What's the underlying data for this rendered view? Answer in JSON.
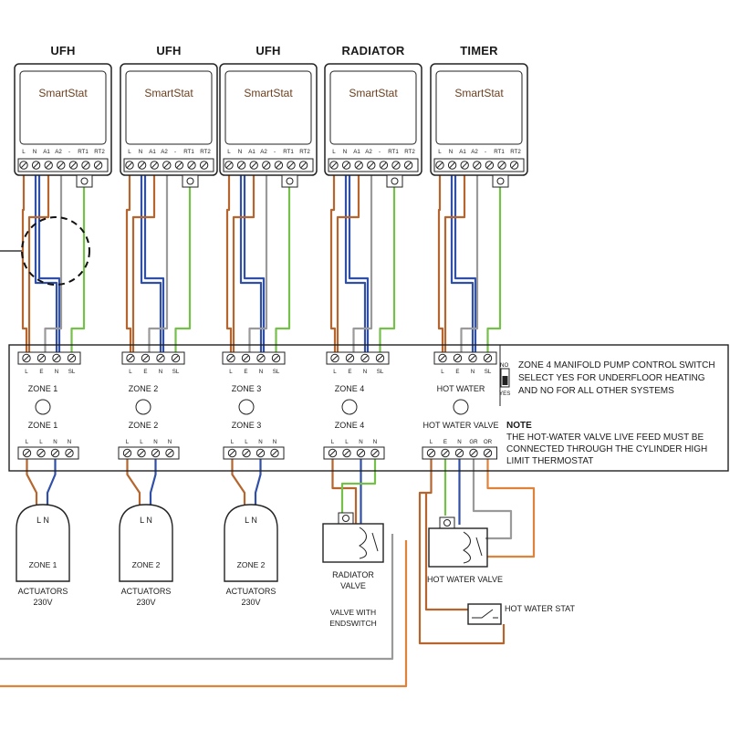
{
  "thermostats": [
    {
      "header": "UFH",
      "brand": "SmartStat",
      "terminals": [
        "L",
        "N",
        "A1",
        "A2",
        "-",
        "RT1",
        "RT2"
      ]
    },
    {
      "header": "UFH",
      "brand": "SmartStat",
      "terminals": [
        "L",
        "N",
        "A1",
        "A2",
        "-",
        "RT1",
        "RT2"
      ]
    },
    {
      "header": "UFH",
      "brand": "SmartStat",
      "terminals": [
        "L",
        "N",
        "A1",
        "A2",
        "-",
        "RT1",
        "RT2"
      ]
    },
    {
      "header": "RADIATOR",
      "brand": "SmartStat",
      "terminals": [
        "L",
        "N",
        "A1",
        "A2",
        "-",
        "RT1",
        "RT2"
      ]
    },
    {
      "header": "TIMER",
      "brand": "SmartStat",
      "terminals": [
        "L",
        "N",
        "A1",
        "A2",
        "-",
        "RT1",
        "RT2"
      ]
    }
  ],
  "stat_inputs": [
    "L",
    "E",
    "N",
    "SL"
  ],
  "zone_indicators": [
    "ZONE 1",
    "ZONE 2",
    "ZONE 3",
    "ZONE 4",
    "HOT WATER"
  ],
  "zone_outputs": [
    {
      "label": "ZONE 1",
      "terminals": [
        "L",
        "L",
        "N",
        "N"
      ]
    },
    {
      "label": "ZONE 2",
      "terminals": [
        "L",
        "L",
        "N",
        "N"
      ]
    },
    {
      "label": "ZONE 3",
      "terminals": [
        "L",
        "L",
        "N",
        "N"
      ]
    },
    {
      "label": "ZONE 4",
      "terminals": [
        "L",
        "L",
        "N",
        "N"
      ]
    },
    {
      "label": "HOT WATER VALVE",
      "terminals": [
        "L",
        "E",
        "N",
        "GR",
        "OR"
      ]
    }
  ],
  "switch": {
    "top_label": "NO",
    "bottom_label": "YES",
    "lines": [
      "ZONE 4 MANIFOLD PUMP CONTROL SWITCH",
      "SELECT YES FOR UNDERFLOOR HEATING",
      "AND NO FOR ALL OTHER SYSTEMS"
    ]
  },
  "note": {
    "title": "NOTE",
    "lines": [
      "THE HOT-WATER VALVE LIVE FEED MUST BE",
      "CONNECTED THROUGH THE CYLINDER HIGH",
      "LIMIT THERMOSTAT"
    ]
  },
  "actuators": [
    {
      "inner_top": "L N",
      "zone": "ZONE 1",
      "caption1": "ACTUATORS",
      "caption2": "230V"
    },
    {
      "inner_top": "L N",
      "zone": "ZONE 2",
      "caption1": "ACTUATORS",
      "caption2": "230V"
    },
    {
      "inner_top": "L N",
      "zone": "ZONE 2",
      "caption1": "ACTUATORS",
      "caption2": "230V"
    }
  ],
  "radiator_valve": {
    "line1": "RADIATOR",
    "line2": "VALVE",
    "sub1": "VALVE WITH",
    "sub2": "ENDSWITCH"
  },
  "hot_water_valve_label": "HOT WATER VALVE",
  "hot_water_stat_label": "HOT WATER STAT",
  "colors": {
    "brown": "#b5652d",
    "blue": "#2f4fa8",
    "grey": "#9a9a9a",
    "green": "#74c04a",
    "orange": "#e0833a",
    "outline": "#222222"
  }
}
